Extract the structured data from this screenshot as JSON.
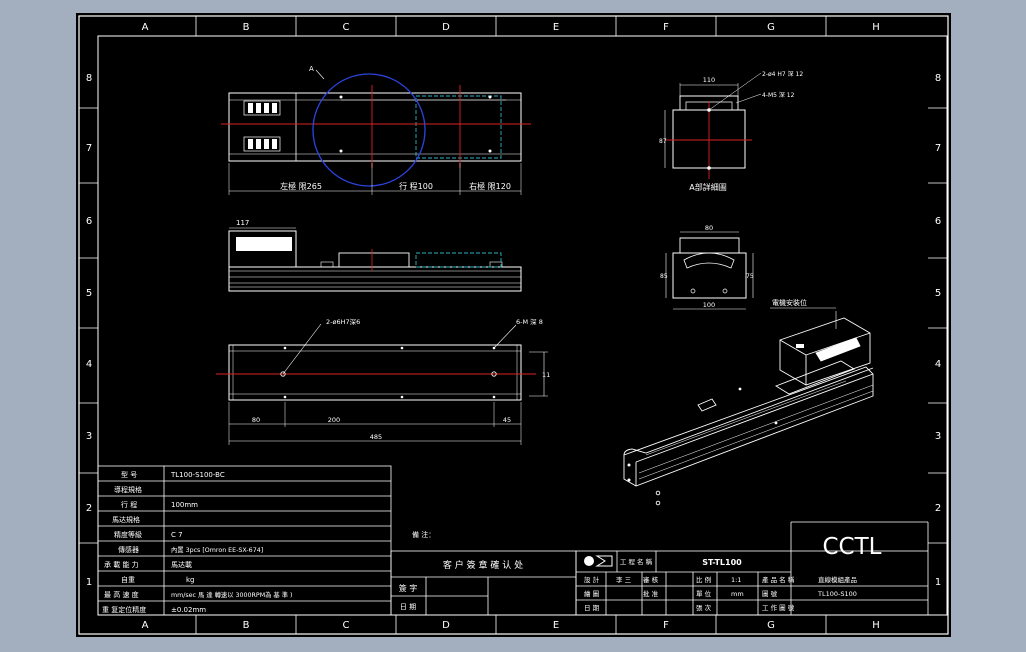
{
  "grid": {
    "columns": [
      "A",
      "B",
      "C",
      "D",
      "E",
      "F",
      "G",
      "H"
    ],
    "rows": [
      "8",
      "7",
      "6",
      "5",
      "4",
      "3",
      "2",
      "1"
    ]
  },
  "view_top": {
    "left_stroke": "左極 限265",
    "travel": "行 程100",
    "right_stroke": "右極 限120",
    "detail_marker": "A"
  },
  "view_front": {
    "height_dim": "117"
  },
  "view_bottom": {
    "callout_holes": "2-ø6H7深6",
    "callout_threads": "6-M 深 8",
    "dim_left": "80",
    "dim_pitch": "200",
    "dim_total": "485",
    "dim_right": "45",
    "dim_height": "11"
  },
  "detail_a": {
    "dim_width": "110",
    "callout_1": "2-ø4 H7 深 12",
    "callout_2": "4-M5 深 12",
    "dim_height": "87",
    "caption": "A部詳細圖"
  },
  "view_end": {
    "dim_top": "80",
    "dim_bottom": "100",
    "dim_left": "85",
    "dim_right": "75"
  },
  "iso_label": "電機安裝位",
  "spec_table": {
    "rows": [
      {
        "label": "型 号",
        "value": "TL100-S100-BC"
      },
      {
        "label": "導程規格",
        "value": ""
      },
      {
        "label": "行 程",
        "value": "100mm"
      },
      {
        "label": "馬达規格",
        "value": ""
      },
      {
        "label": "精度等級",
        "value": "C 7"
      },
      {
        "label": "傳感器",
        "value": "內置 3pcs [Omron EE-SX-674]"
      },
      {
        "label": "承 載 能 力",
        "value": "馬达載"
      },
      {
        "label": "自重",
        "value": "kg"
      },
      {
        "label": "最 高 速 度",
        "value": "mm/sec  馬 達 轉速以 3000RPM為 基 準 )"
      },
      {
        "label": "重 复定位精度",
        "value": "±0.02mm"
      }
    ]
  },
  "remarks_label": "備 注：",
  "confirm": {
    "header": "客 户 簽 章 確 认 处",
    "sign_label": "簽 字",
    "date_label": "日 期"
  },
  "title_block": {
    "drawing_name_label": "工 程 名 稱",
    "drawing_name": "ST-TL100",
    "logo_text": "CCTL",
    "rows": [
      [
        "設 計",
        "李 三",
        "審 核",
        "",
        "比 例",
        "1:1",
        "產 品 名 稱"
      ],
      [
        "繪 圖",
        "",
        "批 准",
        "",
        "單 位",
        "mm",
        "圖 號"
      ],
      [
        "日 期",
        "",
        "",
        "",
        "張 次",
        "",
        "工 作 圖 號"
      ]
    ],
    "product": "直線模組產品",
    "drawing_no": "TL100-S100"
  }
}
